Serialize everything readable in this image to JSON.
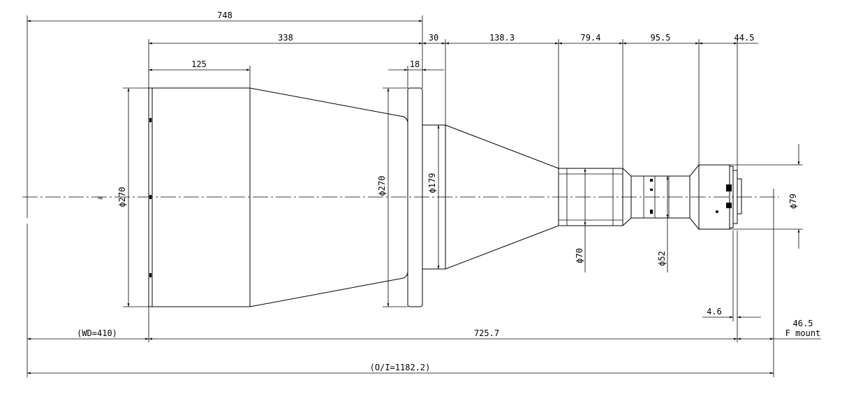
{
  "dimensions": {
    "d748": "748",
    "d338": "338",
    "d30": "30",
    "d138_3": "138.3",
    "d79_4": "79.4",
    "d95_5": "95.5",
    "d44_5": "44.5",
    "d125": "125",
    "d18": "18",
    "phi270_left": "ϕ270",
    "phi270_flange": "ϕ270",
    "phi179": "ϕ179",
    "phi70": "ϕ70",
    "phi52": "ϕ52",
    "phi79": "ϕ79",
    "d4_6": "4.6",
    "d46_5": "46.5",
    "f_mount": "F mount",
    "wd": "(WD=410)",
    "d725_7": "725.7",
    "oi": "(O/I=1182.2)"
  },
  "marks": {
    "break_symbol": "≈"
  }
}
